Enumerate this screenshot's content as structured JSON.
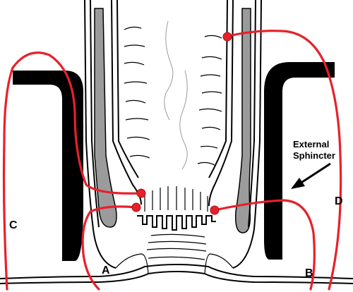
{
  "labels": {
    "a": "A",
    "b": "B",
    "c": "C",
    "d": "D",
    "external_sphincter_line1": "External",
    "external_sphincter_line2": "Sphincter"
  },
  "colors": {
    "fistula": "#e8202a",
    "external_sphincter": "#000000",
    "internal_sphincter": "#9b9b9b",
    "outline": "#000000",
    "background": "#ffffff"
  }
}
